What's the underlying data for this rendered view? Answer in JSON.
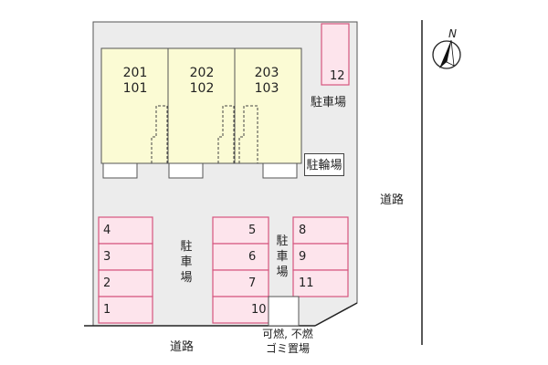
{
  "map": {
    "units": [
      {
        "upper": "201",
        "lower": "101"
      },
      {
        "upper": "202",
        "lower": "102"
      },
      {
        "upper": "203",
        "lower": "103"
      }
    ],
    "parking_label": "駐車場",
    "bicycle_parking_label": "駐輪場",
    "road_label": "道路",
    "trash_label_line1": "可燃, 不燃",
    "trash_label_line2": "ゴミ置場",
    "compass_label": "N",
    "stalls": {
      "left_column": [
        "4",
        "3",
        "2",
        "1"
      ],
      "middle_column": [
        "5",
        "6",
        "7",
        "10"
      ],
      "right_column": [
        "8",
        "9",
        "11"
      ],
      "top_right": "12"
    },
    "colors": {
      "building_fill": "#fbfbd4",
      "lot_fill": "#ececec",
      "stall_fill": "#fde4ec",
      "stall_border": "#d6557f"
    }
  }
}
